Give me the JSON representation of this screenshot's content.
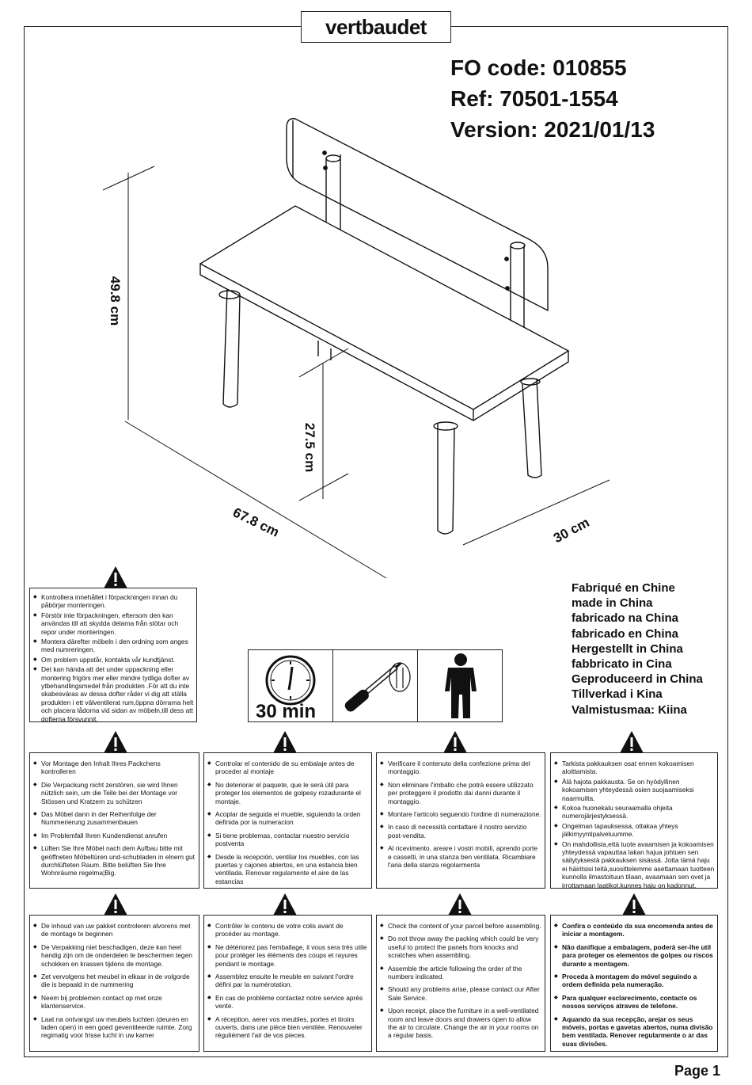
{
  "brand": "vertbaudet",
  "codes": {
    "fo_code": "FO code: 010855",
    "ref": "Ref: 70501-1554",
    "version": "Version: 2021/01/13"
  },
  "dimensions": {
    "height_total": "49.8 cm",
    "seat_height": "27.5 cm",
    "length": "67.8 cm",
    "depth": "30 cm"
  },
  "made_in": [
    "Fabriqué en Chine",
    "made in China",
    "fabricado na China",
    "fabricado en China",
    "Hergestellt in China",
    "fabbricato in Cina",
    "Geproduceerd in China",
    "Tillverkad i Kina",
    "Valmistusmaa: Kiina"
  ],
  "assembly_time": "30 min",
  "icons": {
    "warning": "warning-triangle-icon",
    "clock": "clock-icon",
    "screwdriver": "screwdriver-icon",
    "person": "one-person-icon"
  },
  "instructions": {
    "swedish": [
      "Kontrollera innehållet i förpackningen innan du påbörjar monteringen.",
      "Förstör inte förpackningen, eftersom den kan användas till att skydda delarna från stötar och repor under monteringen.",
      "Montera därefter möbeln i den ordning som anges med numreringen.",
      "Om problem uppstår, kontakta vår kundtjänst.",
      "Det kan hända att det under uppackning eller montering frigörs mer eller mindre tydliga dofter av ytbehandlingsmedel från produkten .För att du inte skabesväras av dessa dofter råder vi dig att ställa produkten i ett välventilerat rum,öppna dörrarna helt och placera lådorna vid sidan av möbeln,till dess att dofterna försvunnit."
    ],
    "german": [
      "Vor Montage den Inhalt Ihres Packchens kontrolleren",
      "Die Verpackung nicht zerstören, sie wird Ihnen nützlich sein, um die Teile bei der Montage vor Stössen und Kratzern zu schützen",
      "Das Möbel dann in der Reihenfolge der Nummerierung zusammenbauen",
      "Im Problemfall Ihren Kundendienst anrufen",
      "Lüften Sie Ihre Möbel nach dem Aufbau bitte mit geöffneten Möbeltüren und-schubladen in elnern gut durchlüfteten Raum. Bitte belüften Sie Ihre Wohnräume regelma¦Big."
    ],
    "spanish": [
      "Controlar el contenido de su embalaje antes de proceder al montaje",
      "No deteriorar el paquete, que le será útil para proteger los elementos de golpesy rozadurante el montaje.",
      "Acoplar de seguida el mueble, siguiendo la orden definida por la numeracion",
      "Si tiene problemas, contactar nuestro servicio postventa",
      "Desde la recepción, ventilar los muebles, con las puertas y cajones abiertos, en una estancia bien ventilada. Renovar regulamente el aire de las estancias"
    ],
    "italian": [
      "Verificare il contenuto della confezione prima del montaggio.",
      "Non eliminare l'imballo che potrà essere utilizzato per proteggere il prodotto dai danni durante il montaggio.",
      "Montare l'articolo seguendo l'ordine di numerazione.",
      "In caso di necessità contattare il nostro servizio post-vendita.",
      "Al ricevimento, areare i vostri mobili, aprendo porte e cassetti, in una stanza ben ventilata. Ricambiare l'aria della stanza regolarmenta"
    ],
    "finnish": [
      "Tarkista pakkauksen osat ennen kokoamisen aloittamista.",
      "Älä hajota pakkausta. Se on hyödyllinen kokoamisen yhteydessä osien suojaamiseksi naarmuilta.",
      "Kokoa huonekalu seuraamalla ohjeita numerojärjestyksessä.",
      "Ongelman tapauksessa, ottakaa yhteys jälkimyyntipalveluumme.",
      "On mahdollista,että tuote avaamisen ja kokoamisen yhteydessä vapauttaa lakan hajua johtuen sen säilytyksestä pakkauksen sisässä. Jotta tämä haju ei häiritsisi teitä,suosittelemme asettamaan tuotteen kunnolla ilmastoituun tilaan, avaamaan sen ovet ja irrottamaan laatikot,kunnes haju on kadonnut."
    ],
    "dutch": [
      "De inhoud van uw pakket controleren alvorens met de montage te beginnen",
      "De Verpakking niet beschadigen, deze kan heel handig zijn om de onderdelen te beschermen tegen schokken en krassen tijdens de montage.",
      "Zet vervolgens het meubel in elkaar in de volgorde die is bepaald in de nummering",
      "Neem bij problemen contact op met onze klantenservice.",
      "Laat na ontvangst uw meubels luchten (deuren en laden open) in een goed geventileerde ruimte. Zorg regimatig voor frisse lucht in uw kamer"
    ],
    "french": [
      "Contrôler le contenu de votre colis avant de procéder au montage.",
      "Ne détériorez pas l'emballage, il vous sera très utile pour protéger les éléments des coups et rayures     pendant le montage.",
      "Assemblez ensuite le meuble en suivant l'ordre défini par la numérotation.",
      "En cas de problème contactez notre service après vente.",
      "A réception, aerer vos meubles, portes et tiroirs ouverts, dans une pièce bien ventilée. Renouveler réguliément l'air de vos pieces."
    ],
    "english": [
      "Check the content of your parcel before assembling.",
      "Do not throw away the packing which could be very useful to protect the panels from knocks and scratches when assembling.",
      "Assemble the article following the order of the numbers indicated.",
      "Should any problems arise, please contact our After Sale Service.",
      "Upon receipt, place the furniture in a well-ventilated room and leave doors and drawers open to allow the air to circulate. Change the air in your rooms on a regular basis."
    ],
    "portuguese": [
      "Confira o conteúdo da sua encomenda antes de iniciar a montagem.",
      "Não danifique a embalagem, poderá ser-lhe util para proteger os elementos de golpes ou riscos durante a montagem.",
      "Proceda à montagem do móvel seguindo a ordem definida pela numeração.",
      "Para qualquer esclarecimento, contacte os nossos serviços atraves de telefone.",
      "Aquando da sua recepção, arejar os seus móveis, portas e gavetas abertos, numa divisão bem ventilada. Renover regularmente o ar das suas divisões."
    ]
  },
  "footer": {
    "page": "Page 1"
  }
}
